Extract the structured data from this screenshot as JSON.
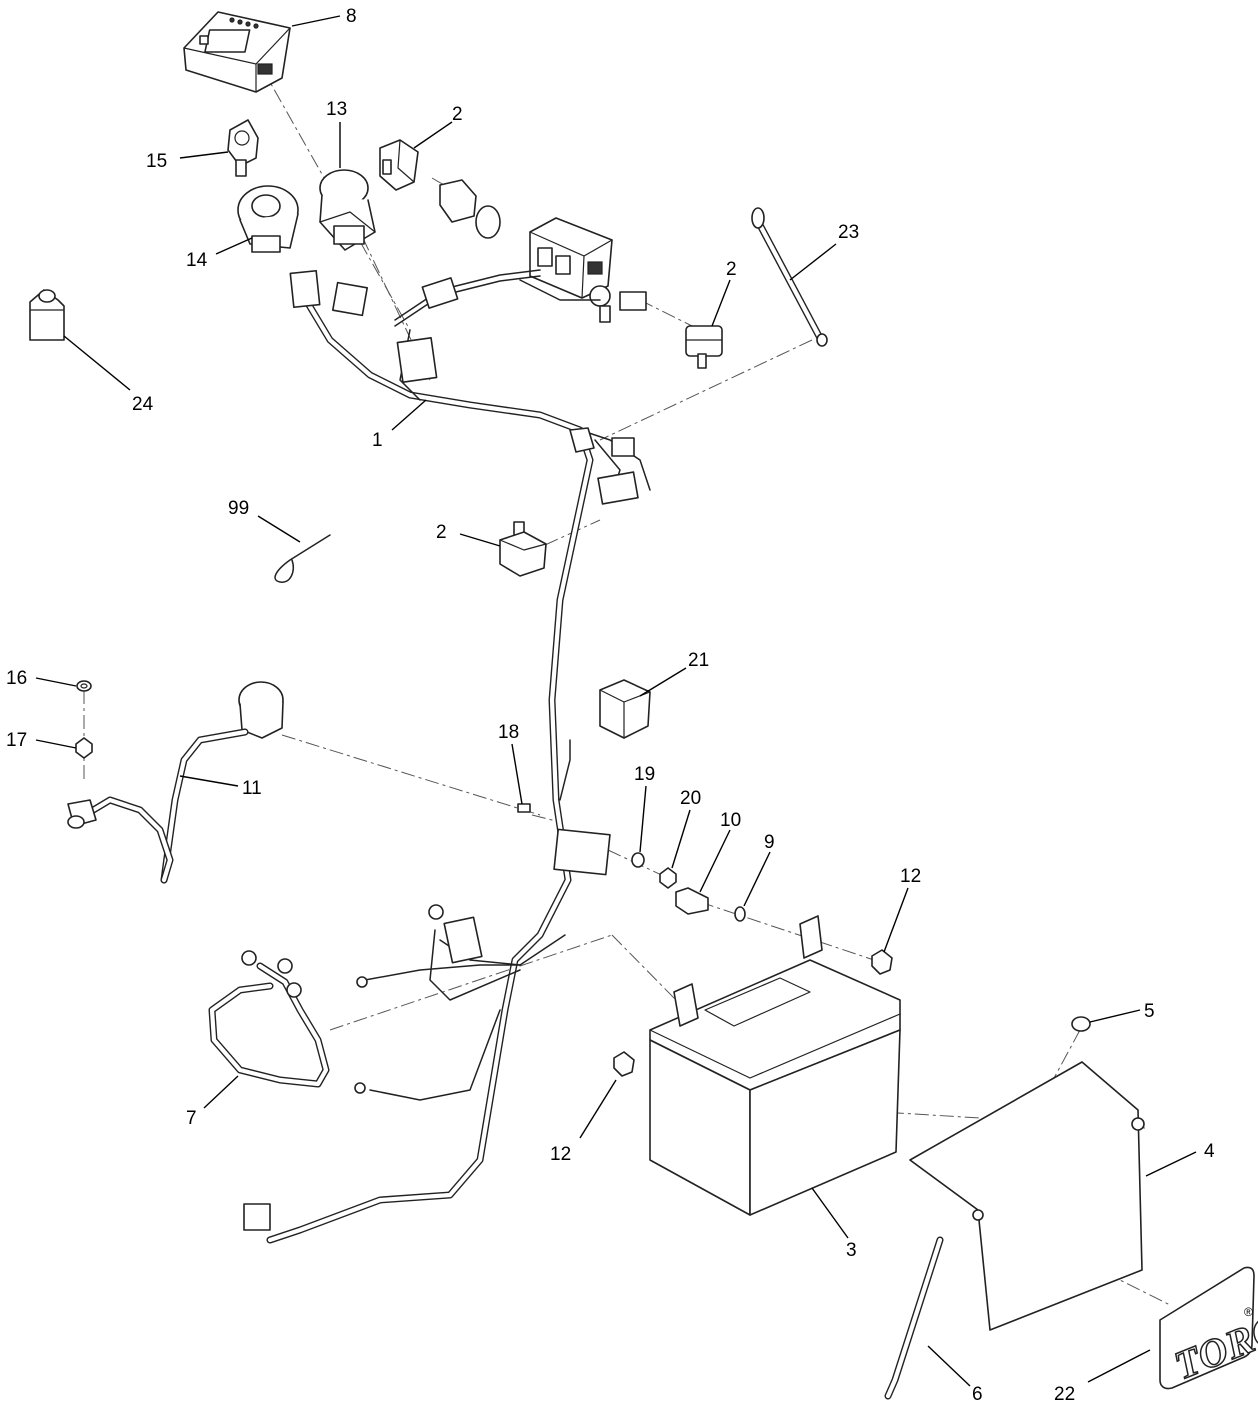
{
  "callouts": {
    "c1": "1",
    "c2a": "2",
    "c2b": "2",
    "c2c": "2",
    "c3": "3",
    "c4": "4",
    "c5": "5",
    "c6": "6",
    "c7": "7",
    "c8": "8",
    "c9": "9",
    "c10": "10",
    "c11": "11",
    "c12a": "12",
    "c12b": "12",
    "c13": "13",
    "c14": "14",
    "c15": "15",
    "c16": "16",
    "c17": "17",
    "c18": "18",
    "c19": "19",
    "c20": "20",
    "c21": "21",
    "c22": "22",
    "c23": "23",
    "c24": "24",
    "c99": "99"
  },
  "decal": {
    "brand": "TORO",
    "registered": "®"
  }
}
